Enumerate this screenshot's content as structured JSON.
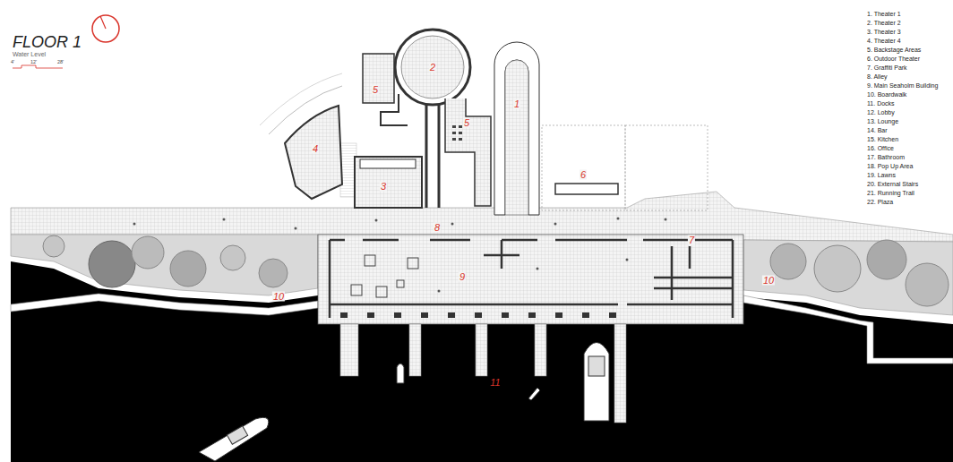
{
  "diagram": {
    "title": "FLOOR 1",
    "labels": [
      "Water Level",
      "4'",
      "12'",
      "28'",
      "1. Theater 1",
      "2. Theater 2",
      "3. Theater 3",
      "4. Theater 4",
      "5. Backstage Areas",
      "6. Outdoor Theater",
      "7. Graffiti Park",
      "8. Alley",
      "9. Main Seaholm Building",
      "10. Boardwalk",
      "11. Docks",
      "12. Lobby",
      "13. Lounge",
      "14. Bar",
      "15. Kitchen",
      "16. Office",
      "17. Bathroom",
      "18. Pop Up Area",
      "19. Lawns",
      "20. External Stairs",
      "21. Running Trail",
      "22. Plaza",
      "4",
      "5",
      "2",
      "5",
      "1",
      "3",
      "6",
      "8",
      "7",
      "9",
      "10",
      "10",
      "11"
    ]
  }
}
